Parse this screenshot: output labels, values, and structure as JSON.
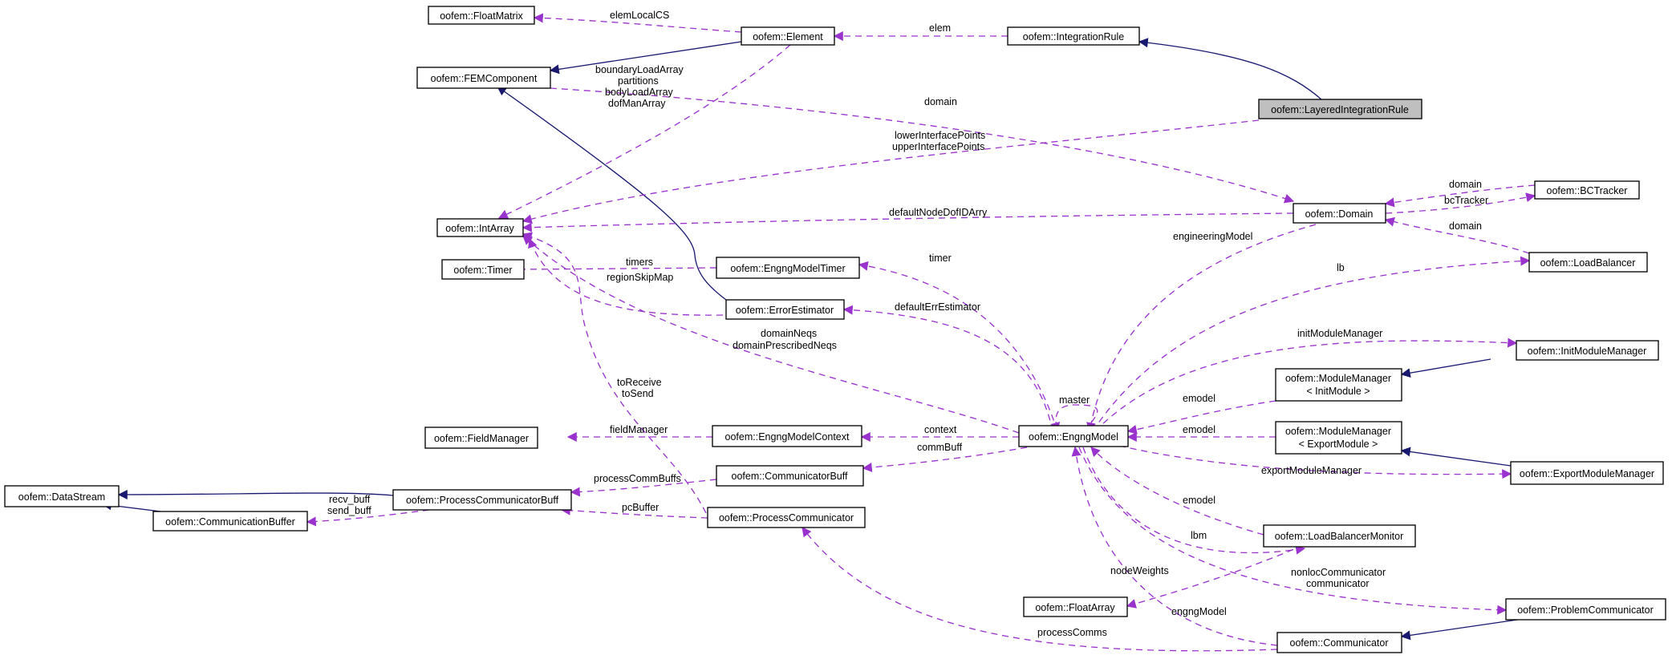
{
  "colors": {
    "collaboration": "#9a32cd",
    "inheritance": "#191970",
    "highlight": "#bfbfbf"
  },
  "nodes": {
    "floatmatrix": "oofem::FloatMatrix",
    "element": "oofem::Element",
    "integrationrule": "oofem::IntegrationRule",
    "femcomponent": "oofem::FEMComponent",
    "layered": "oofem::LayeredIntegrationRule",
    "bctracker": "oofem::BCTracker",
    "intarray": "oofem::IntArray",
    "domain": "oofem::Domain",
    "loadbalancer": "oofem::LoadBalancer",
    "timer": "oofem::Timer",
    "engngmodeltimer": "oofem::EngngModelTimer",
    "errorestimator": "oofem::ErrorEstimator",
    "initmodulemanager": "oofem::InitModuleManager",
    "mm_init_line1": "oofem::ModuleManager",
    "mm_init_line2": "< InitModule >",
    "fieldmanager": "oofem::FieldManager",
    "engngmodelcontext": "oofem::EngngModelContext",
    "engngmodel": "oofem::EngngModel",
    "mm_export_line1": "oofem::ModuleManager",
    "mm_export_line2": "< ExportModule >",
    "exportmodulemanager": "oofem::ExportModuleManager",
    "datastream": "oofem::DataStream",
    "processcommunicatorbuff": "oofem::ProcessCommunicatorBuff",
    "communicatorbuff": "oofem::CommunicatorBuff",
    "communicationbuffer": "oofem::CommunicationBuffer",
    "processcommunicator": "oofem::ProcessCommunicator",
    "loadbalancermonitor": "oofem::LoadBalancerMonitor",
    "floatarray": "oofem::FloatArray",
    "problemcommunicator": "oofem::ProblemCommunicator",
    "communicator": "oofem::Communicator"
  },
  "edge_labels": {
    "elemLocalCS": "elemLocalCS",
    "elem": "elem",
    "boundaryLoadArray": "boundaryLoadArray",
    "partitions": "partitions",
    "bodyLoadArray": "bodyLoadArray",
    "dofManArray": "dofManArray",
    "domain_top": "domain",
    "lowerInterfacePoints": "lowerInterfacePoints",
    "upperInterfacePoints": "upperInterfacePoints",
    "domain_bct": "domain",
    "bcTracker": "bcTracker",
    "defaultNodeDofIDArry": "defaultNodeDofIDArry",
    "domain_lb": "domain",
    "engineeringModel": "engineeringModel",
    "timers": "timers",
    "regionSkipMap": "regionSkipMap",
    "timer": "timer",
    "lb": "lb",
    "defaultErrEstimator": "defaultErrEstimator",
    "domainNeqs": "domainNeqs",
    "domainPrescribedNeqs": "domainPrescribedNeqs",
    "initModuleManager": "initModuleManager",
    "toReceive": "toReceive",
    "toSend": "toSend",
    "master": "master",
    "emodel_init": "emodel",
    "fieldManager": "fieldManager",
    "context": "context",
    "emodel_export": "emodel",
    "commBuff": "commBuff",
    "exportModuleManager": "exportModuleManager",
    "processCommBuffs": "processCommBuffs",
    "recv_buff": "recv_buff",
    "send_buff": "send_buff",
    "pcBuffer": "pcBuffer",
    "emodel_lbm": "emodel",
    "lbm": "lbm",
    "nodeWeights": "nodeWeights",
    "nonlocCommunicator": "nonlocCommunicator",
    "communicator": "communicator",
    "engngModel": "engngModel",
    "processComms": "processComms"
  }
}
